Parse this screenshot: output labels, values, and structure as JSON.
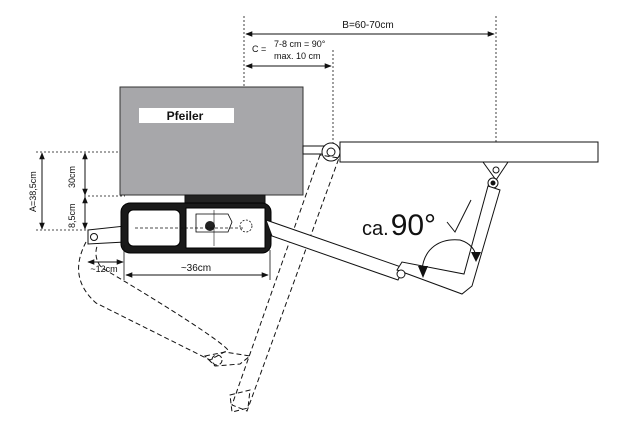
{
  "diagram": {
    "pillar_label": "Pfeiler",
    "dim_b": "B=60-70cm",
    "dim_c_prefix": "C =",
    "dim_c_line1": "7-8 cm = 90°",
    "dim_c_line2": "max. 10 cm",
    "dim_a": "A=38,5cm",
    "dim_30": "30cm",
    "dim_85": "8,5cm",
    "dim_12": "~12cm",
    "dim_36": "~36cm",
    "angle_prefix": "ca.",
    "angle_value": "90°"
  },
  "colors": {
    "pillar_fill": "#a7a7aa",
    "line": "#111111",
    "motor_fill": "#1a1a1a"
  }
}
